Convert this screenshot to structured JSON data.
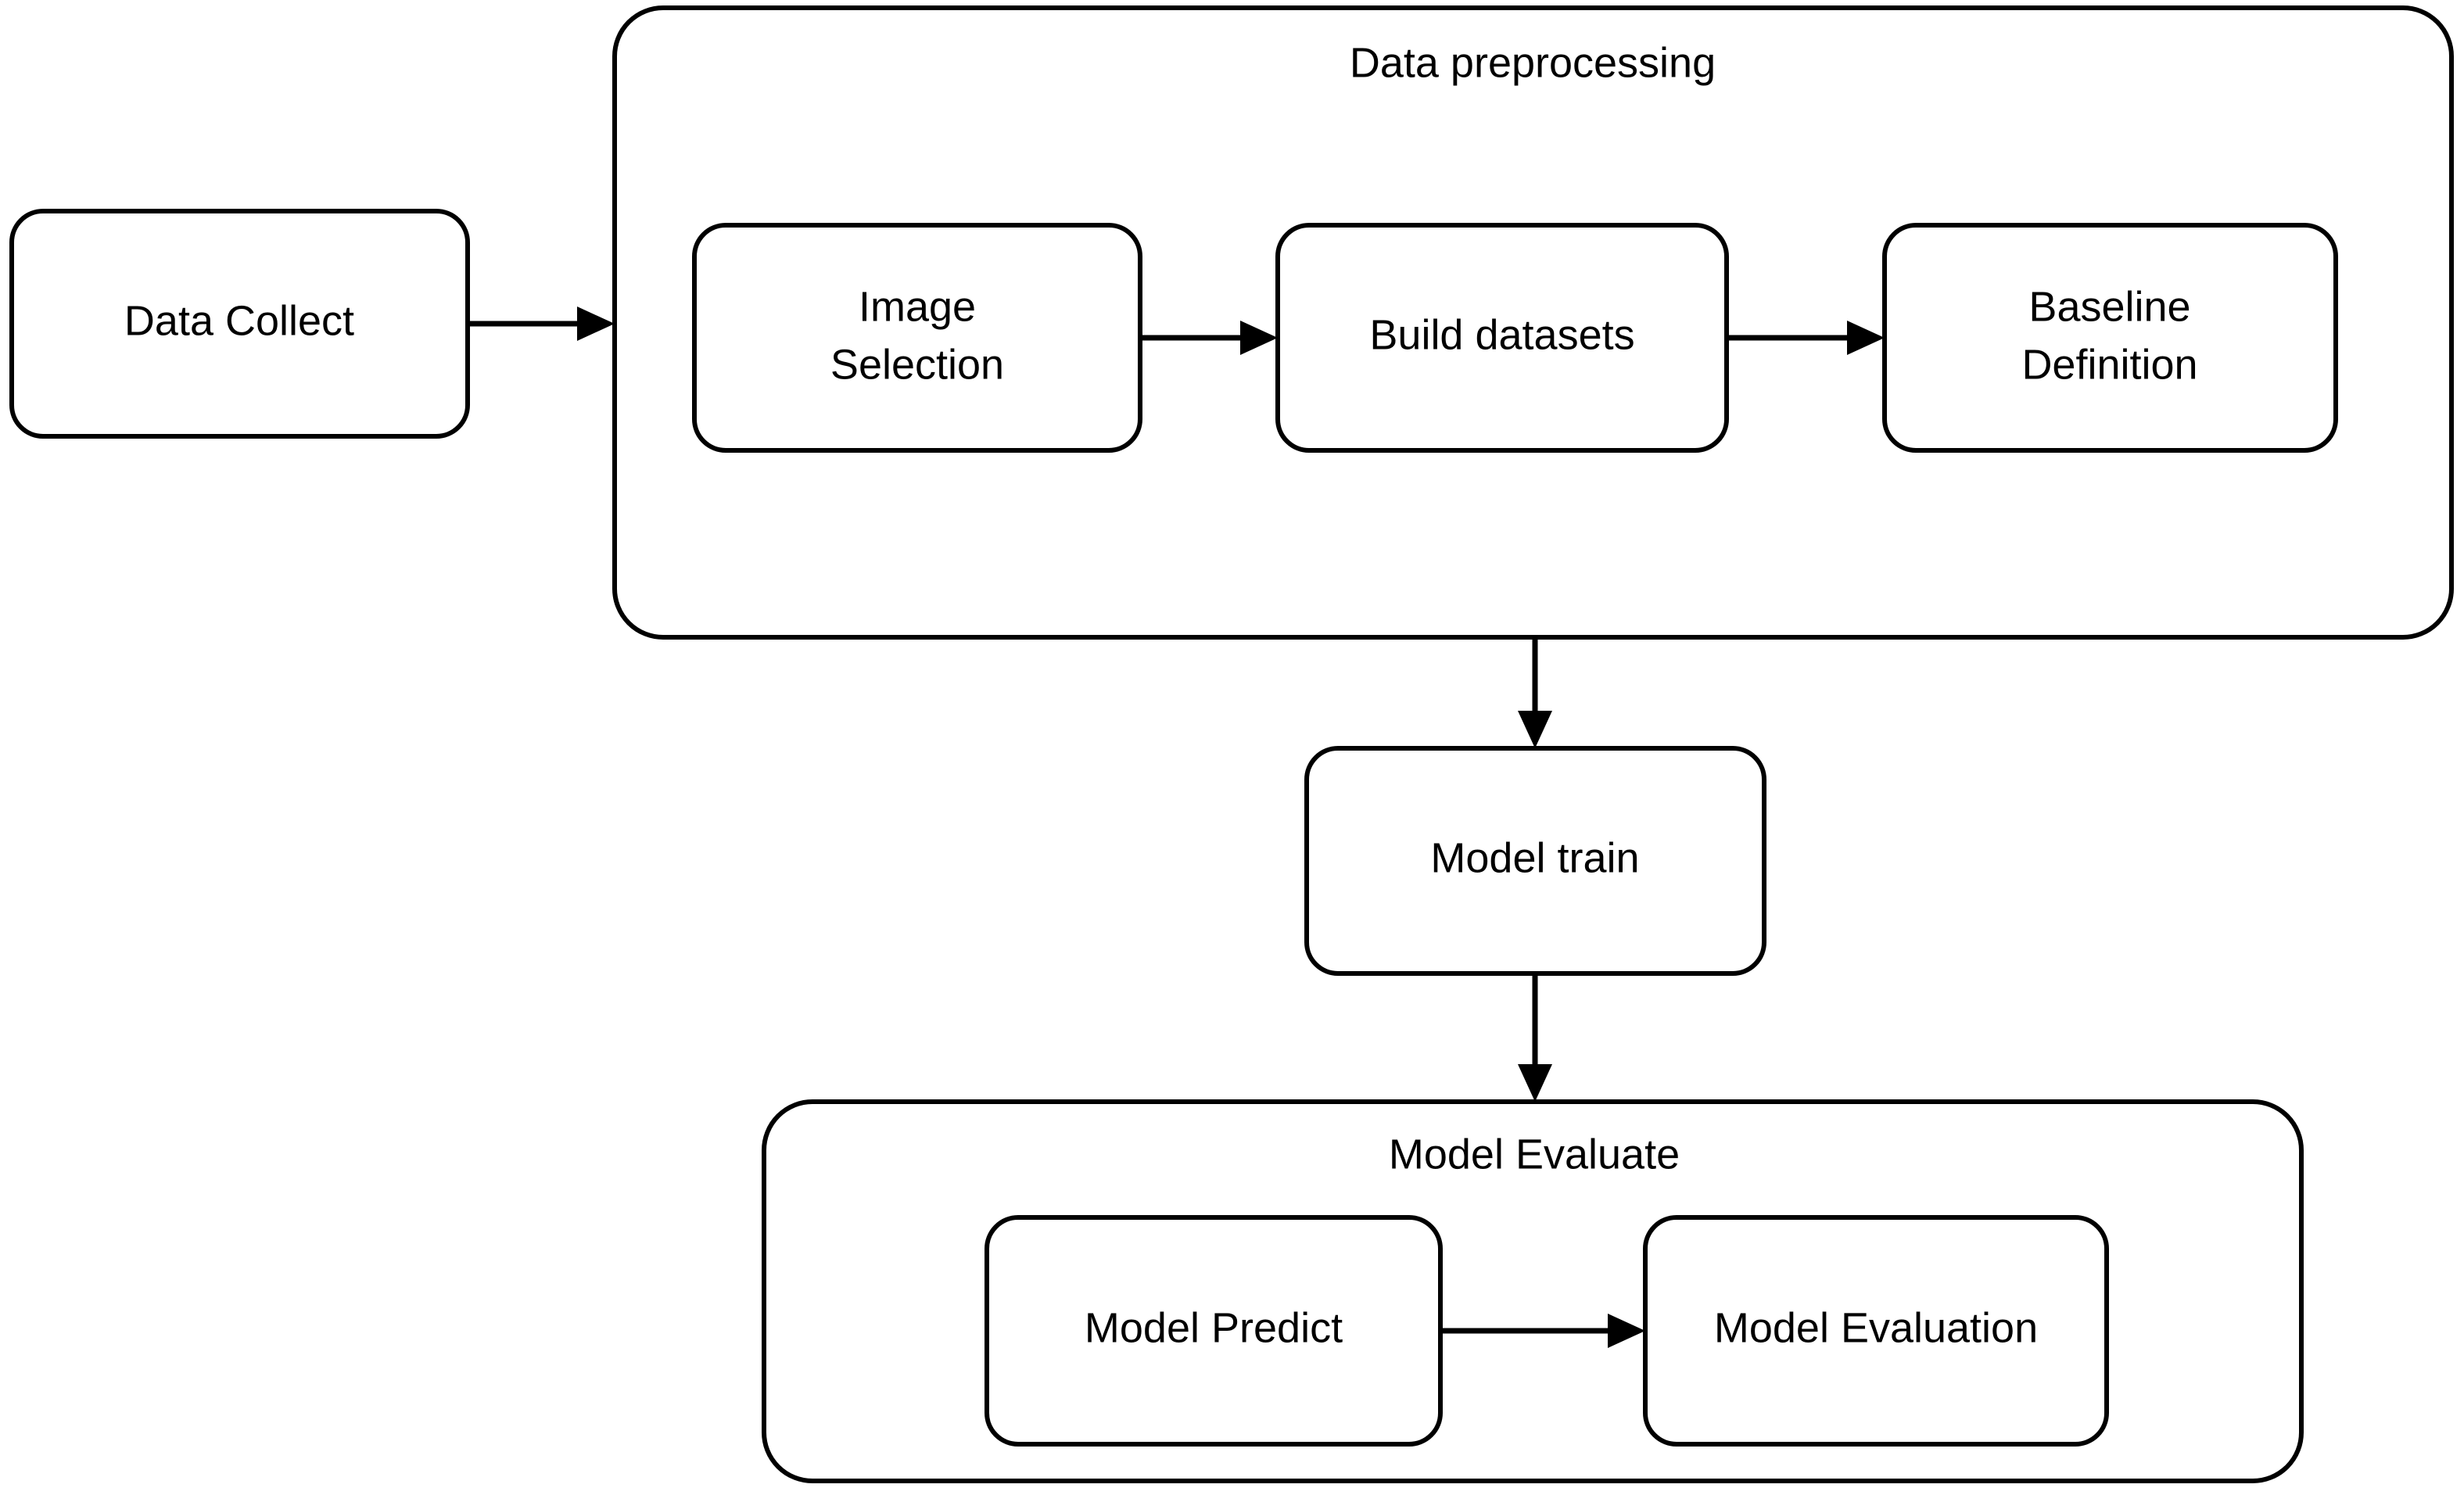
{
  "diagram": {
    "title": "",
    "type": "flowchart",
    "background_color": "#ffffff",
    "stroke_color": "#000000",
    "nodes": [
      {
        "id": "data-collect",
        "label": "Data Collect",
        "label_lines": [
          "Data Collect"
        ]
      },
      {
        "id": "image-selection",
        "label": "Image Selection",
        "label_lines": [
          "Image",
          "Selection"
        ]
      },
      {
        "id": "build-datasets",
        "label": "Build datasets",
        "label_lines": [
          "Build datasets"
        ]
      },
      {
        "id": "baseline-definition",
        "label": "Baseline Definition",
        "label_lines": [
          "Baseline",
          "Definition"
        ]
      },
      {
        "id": "model-train",
        "label": "Model train",
        "label_lines": [
          "Model train"
        ]
      },
      {
        "id": "model-predict",
        "label": "Model Predict",
        "label_lines": [
          "Model Predict"
        ]
      },
      {
        "id": "model-evaluation",
        "label": "Model Evaluation",
        "label_lines": [
          "Model Evaluation"
        ]
      }
    ],
    "groups": [
      {
        "id": "data-preprocessing",
        "label": "Data preprocessing"
      },
      {
        "id": "model-evaluate",
        "label": "Model Evaluate"
      }
    ],
    "edges": [
      {
        "from": "data-collect",
        "to": "data-preprocessing",
        "direction": "right"
      },
      {
        "from": "image-selection",
        "to": "build-datasets",
        "direction": "right"
      },
      {
        "from": "build-datasets",
        "to": "baseline-definition",
        "direction": "right"
      },
      {
        "from": "data-preprocessing",
        "to": "model-train",
        "direction": "down"
      },
      {
        "from": "model-train",
        "to": "model-evaluate",
        "direction": "down"
      },
      {
        "from": "model-predict",
        "to": "model-evaluation",
        "direction": "right"
      }
    ]
  }
}
